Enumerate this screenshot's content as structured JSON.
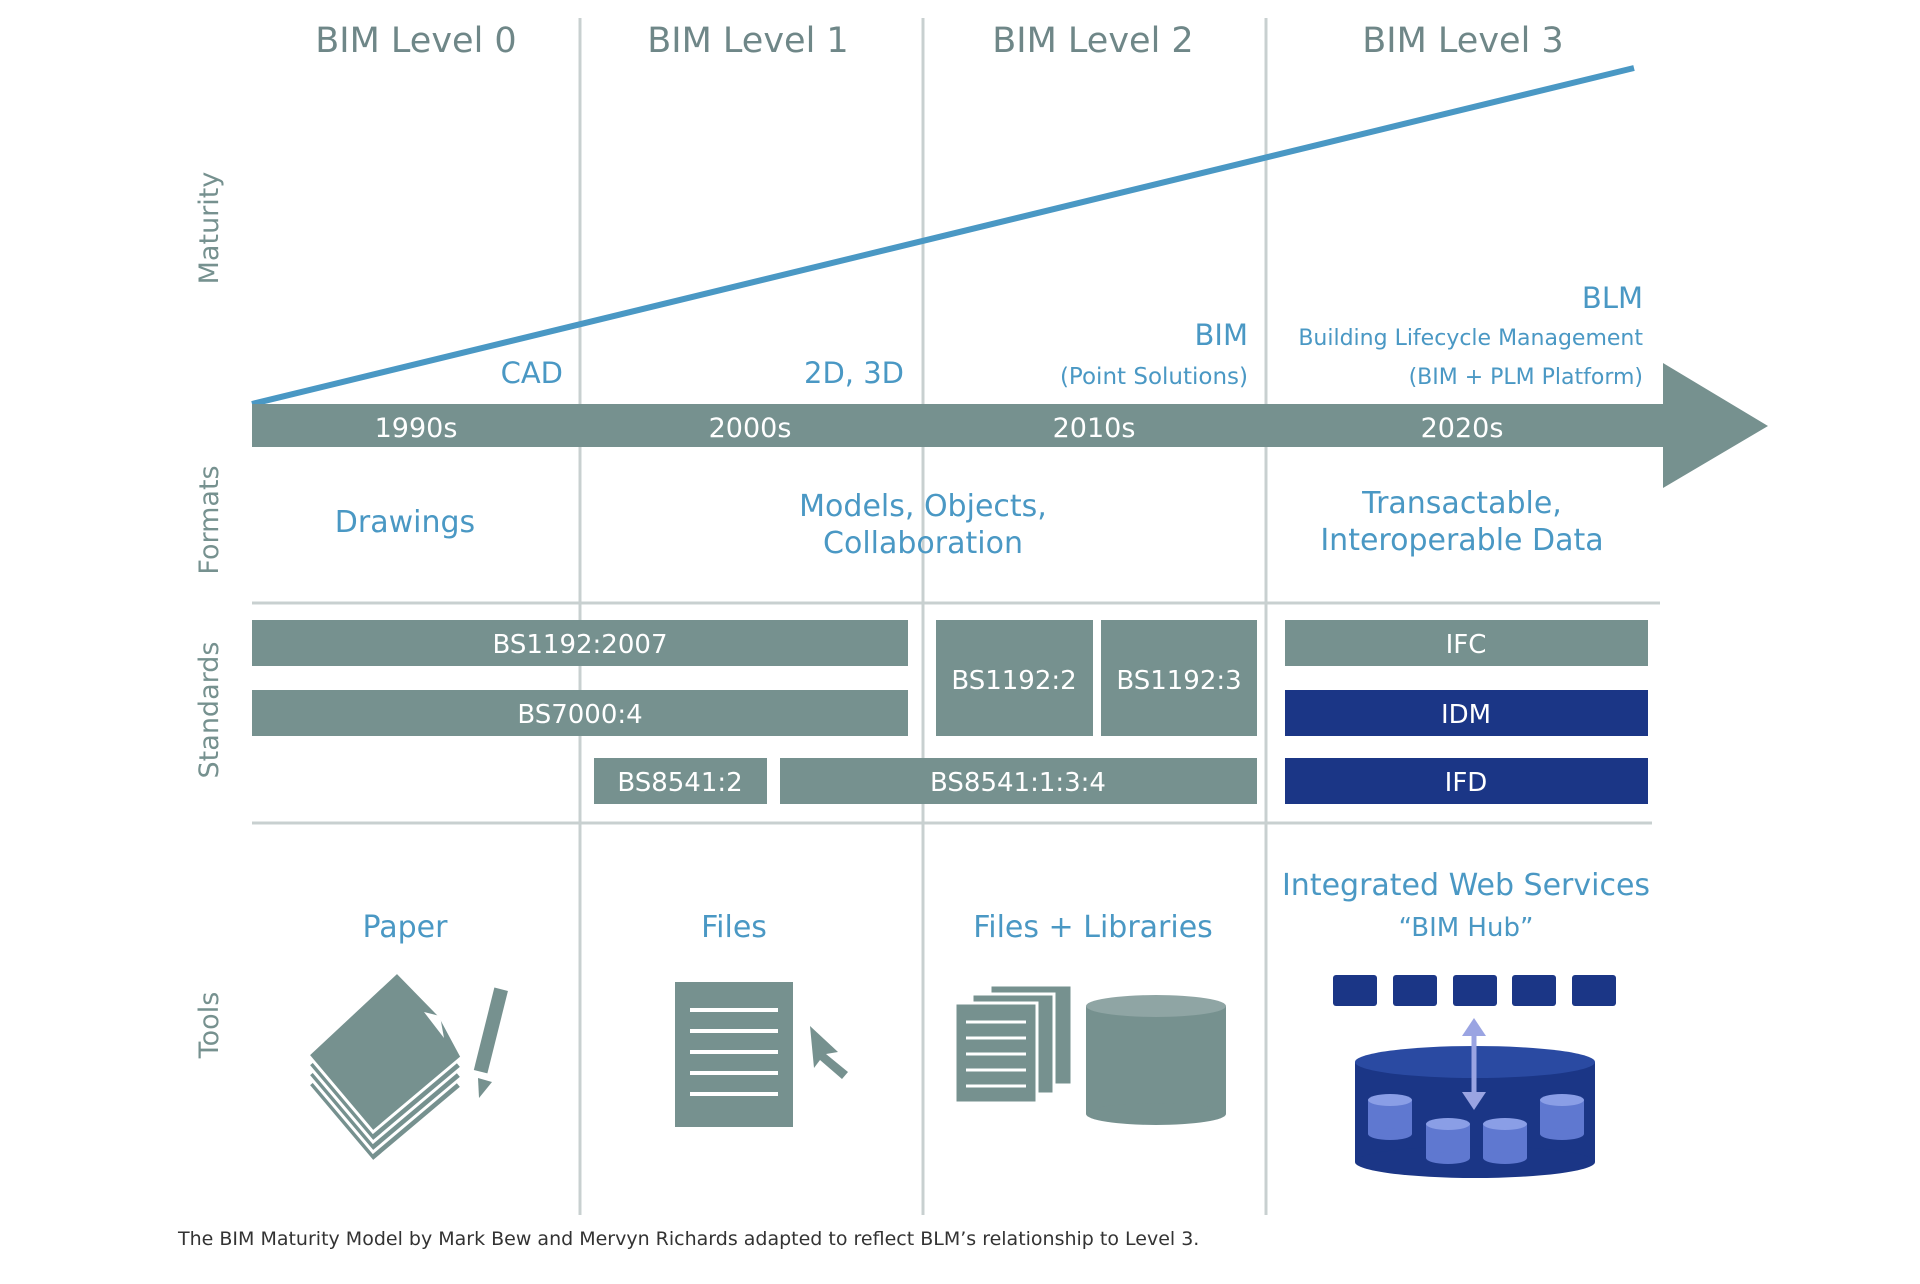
{
  "colors": {
    "grey": "#76918f",
    "blue": "#4a98c4",
    "navy": "#1b3686",
    "level_text": "#6f8788",
    "divider": "#c8d0d0",
    "lavender": "#9aa4e2"
  },
  "levels": [
    "BIM Level 0",
    "BIM Level 1",
    "BIM Level 2",
    "BIM Level 3"
  ],
  "row_labels": {
    "maturity": "Maturity",
    "formats": "Formats",
    "standards": "Standards",
    "tools": "Tools"
  },
  "maturity_labels": {
    "cad": "CAD",
    "d2d3": "2D, 3D",
    "bim": "BIM",
    "bim_sub": "(Point Solutions)",
    "blm": "BLM",
    "blm_sub1": "Building Lifecycle Management",
    "blm_sub2": "(BIM + PLM Platform)"
  },
  "decades": [
    "1990s",
    "2000s",
    "2010s",
    "2020s"
  ],
  "formats": {
    "drawings": "Drawings",
    "models_1": "Models, Objects,",
    "models_2": "Collaboration",
    "trans_1": "Transactable,",
    "trans_2": "Interoperable Data"
  },
  "standards": {
    "bs1192_2007": "BS1192:2007",
    "bs7000_4": "BS7000:4",
    "bs8541_2": "BS8541:2",
    "bs8541_134": "BS8541:1:3:4",
    "bs1192_2": "BS1192:2",
    "bs1192_3": "BS1192:3",
    "ifc": "IFC",
    "idm": "IDM",
    "ifd": "IFD"
  },
  "tools": {
    "paper": "Paper",
    "files": "Files",
    "files_libraries": "Files + Libraries",
    "web_services": "Integrated Web Services",
    "bim_hub": "“BIM Hub”"
  },
  "caption": "The BIM Maturity Model by Mark Bew and Mervyn Richards adapted to reflect BLM’s relationship to Level 3."
}
